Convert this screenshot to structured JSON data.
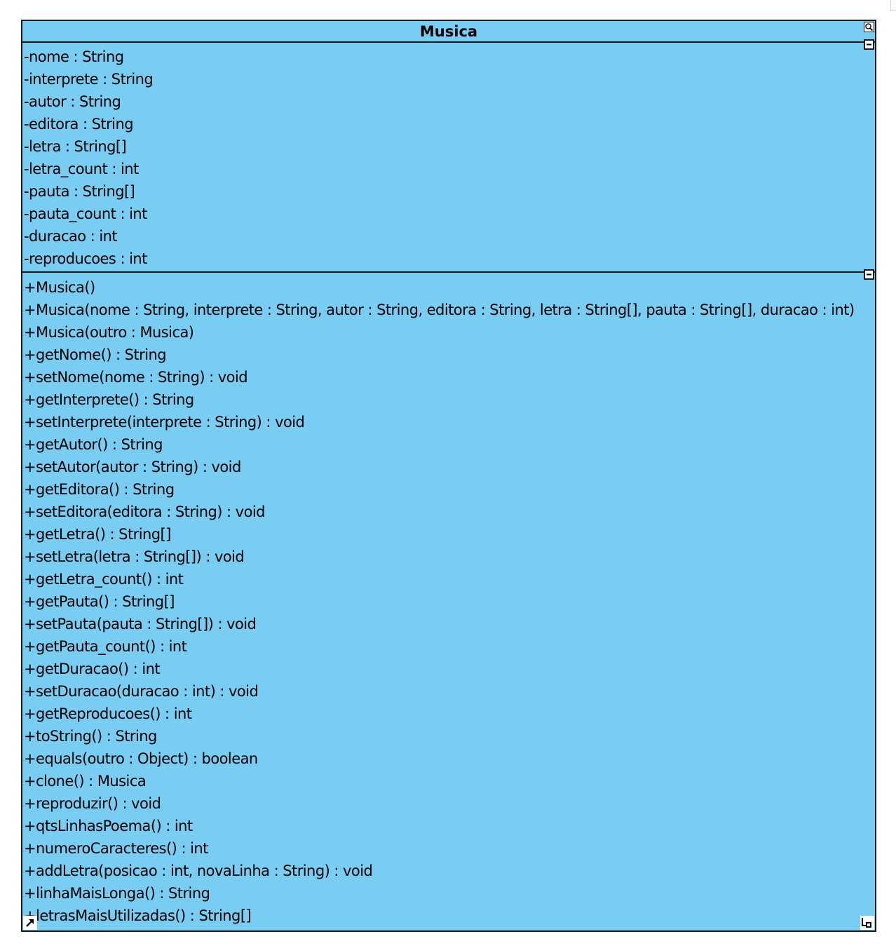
{
  "class": {
    "name": "Musica",
    "attributes": [
      "-nome : String",
      "-interprete : String",
      "-autor : String",
      "-editora : String",
      "-letra : String[]",
      "-letra_count : int",
      "-pauta : String[]",
      "-pauta_count : int",
      "-duracao : int",
      "-reproducoes : int"
    ],
    "operations": [
      "+Musica()",
      "+Musica(nome : String, interprete : String, autor : String, editora : String, letra : String[], pauta : String[], duracao : int)",
      "+Musica(outro : Musica)",
      "+getNome() : String",
      "+setNome(nome : String) : void",
      "+getInterprete() : String",
      "+setInterprete(interprete : String) : void",
      "+getAutor() : String",
      "+setAutor(autor : String) : void",
      "+getEditora() : String",
      "+setEditora(editora : String) : void",
      "+getLetra() : String[]",
      "+setLetra(letra : String[]) : void",
      "+getLetra_count() : int",
      "+getPauta() : String[]",
      "+setPauta(pauta : String[]) : void",
      "+getPauta_count() : int",
      "+getDuracao() : int",
      "+setDuracao(duracao : int) : void",
      "+getReproducoes() : int",
      "+toString() : String",
      "+equals(outro : Object) : boolean",
      "+clone() : Musica",
      "+reproduzir() : void",
      "+qtsLinhasPoema() : int",
      "+numeroCaracteres() : int",
      "+addLetra(posicao : int, novaLinha : String) : void",
      "+linhaMaisLonga() : String",
      "+letrasMaisUtilizadas() : String[]"
    ]
  },
  "colors": {
    "fill": "#79cdf2",
    "border": "#1a1a1a"
  },
  "icons": {
    "zoom": "magnifier-icon",
    "collapse": "minus-icon",
    "link": "link-arrow-icon",
    "resize": "resize-icon"
  }
}
